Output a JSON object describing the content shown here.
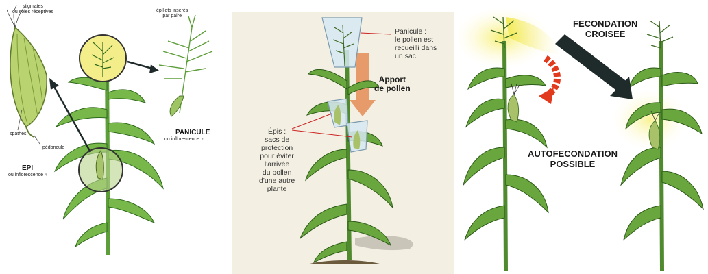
{
  "panel1": {
    "stigmates": [
      "stigmates",
      "ou soies réceptives"
    ],
    "epillets": [
      "épillets insérés",
      "par paire"
    ],
    "spathes": "spathes",
    "pedoncule": "pédoncule",
    "epi_title": "EPI",
    "epi_sub": "ou inflorescence ♀",
    "panicule_title": "PANICULE",
    "panicule_sub": "ou inflorescence ♂"
  },
  "panel2": {
    "panicule_note": [
      "Panicule :",
      "le pollen est",
      "recueilli dans",
      "un sac"
    ],
    "apport": [
      "Apport",
      "de pollen"
    ],
    "epis_note": [
      "Épis :",
      "sacs de",
      "protection",
      "pour éviter",
      "l'arrivée",
      "du pollen",
      "d'une autre",
      "plante"
    ]
  },
  "panel3": {
    "fecondation": [
      "FECONDATION",
      "CROISEE"
    ],
    "autofecondation": [
      "AUTOFECONDATION",
      "POSSIBLE"
    ]
  },
  "colors": {
    "leaf": "#5e9e3a",
    "leaf_dark": "#2f6a1e",
    "highlight_yellow": "#f3ee8a",
    "highlight_green": "#b9d48c",
    "arrow_dark": "#1f2a2a",
    "arrow_red": "#e23a1d",
    "arrow_orange": "#e79b6a",
    "panel2_bg": "#f3f0e3"
  }
}
